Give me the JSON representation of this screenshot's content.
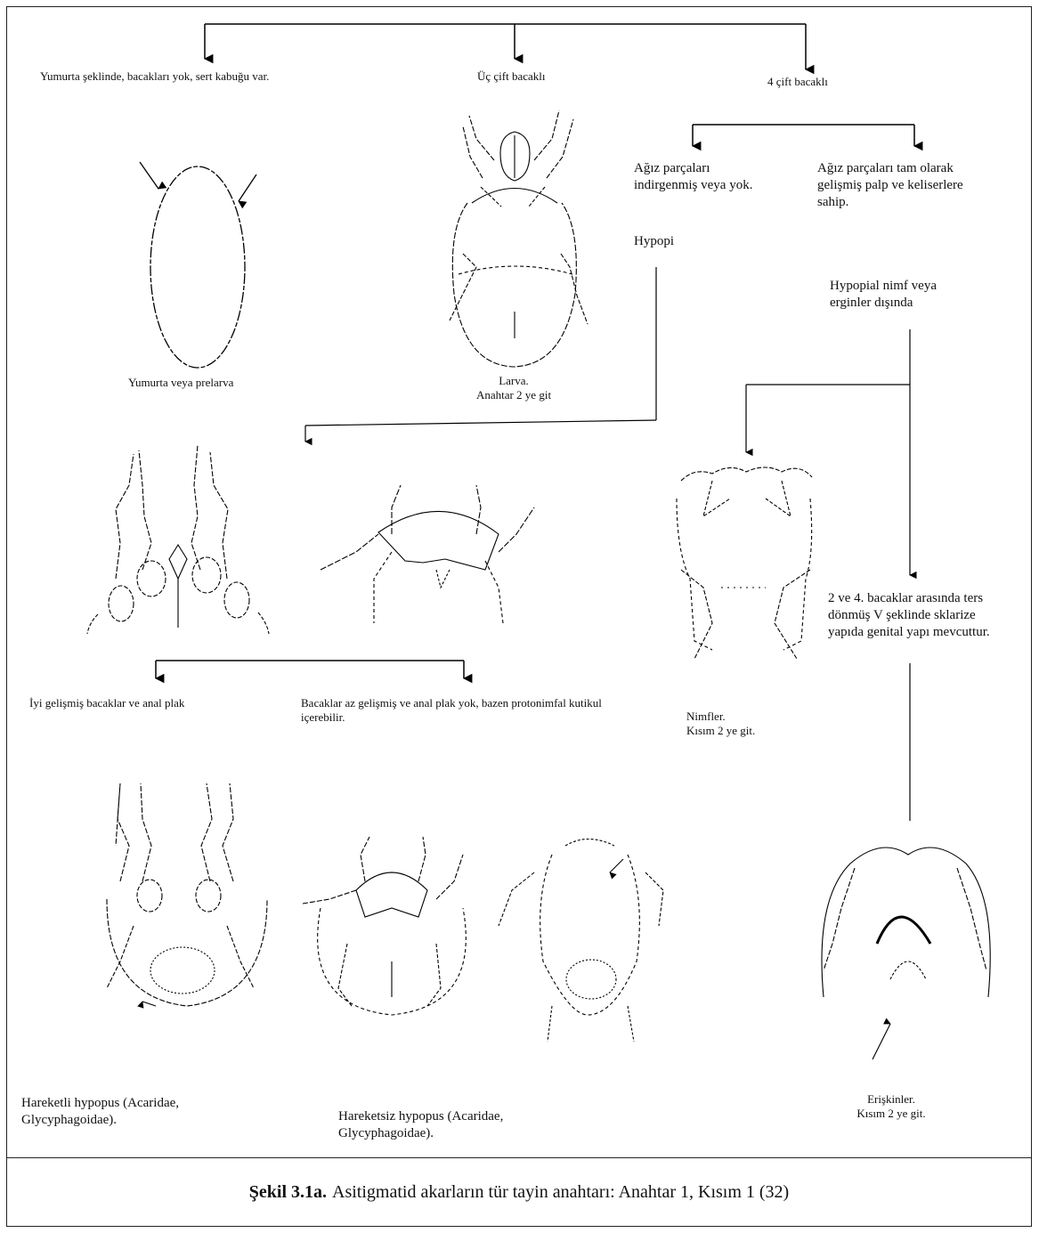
{
  "branches": {
    "egg_header": "Yumurta şeklinde, bacakları yok, sert kabuğu var.",
    "three_pairs_header": "Üç çift bacaklı",
    "four_pairs_header": "4 çift bacaklı"
  },
  "labels": {
    "egg": "Yumurta veya prelarva",
    "larva_1": "Larva.",
    "larva_2": "Anahtar 2 ye git",
    "mouthparts_reduced": "Ağız parçaları indirgenmiş veya yok.",
    "hypopi": "Hypopi",
    "mouthparts_full": "Ağız parçaları tam olarak gelişmiş palp ve keliserlere sahip.",
    "non_hypopial": "Hypopial nimf veya erginler dışında",
    "well_developed": "İyi gelişmiş bacaklar ve anal plak",
    "less_developed": "Bacaklar az gelişmiş ve anal plak yok, bazen protonimfal kutikul içerebilir.",
    "nymphs_1": "Nimfler.",
    "nymphs_2": "Kısım 2 ye git.",
    "genital": "2 ve 4. bacaklar arasında ters dönmüş V şeklinde sklarize yapıda genital yapı mevcuttur.",
    "mobile_hypopus": "Hareketli hypopus (Acaridae, Glycyphagoidae).",
    "immobile_hypopus": "Hareketsiz hypopus (Acaridae, Glycyphagoidae).",
    "adults_1": "Erişkinler.",
    "adults_2": "Kısım 2 ye git."
  },
  "caption": {
    "bold": "Şekil 3.1a.",
    "text": "Asitigmatid akarların tür tayin anahtarı: Anahtar 1, Kısım 1 (32)"
  }
}
